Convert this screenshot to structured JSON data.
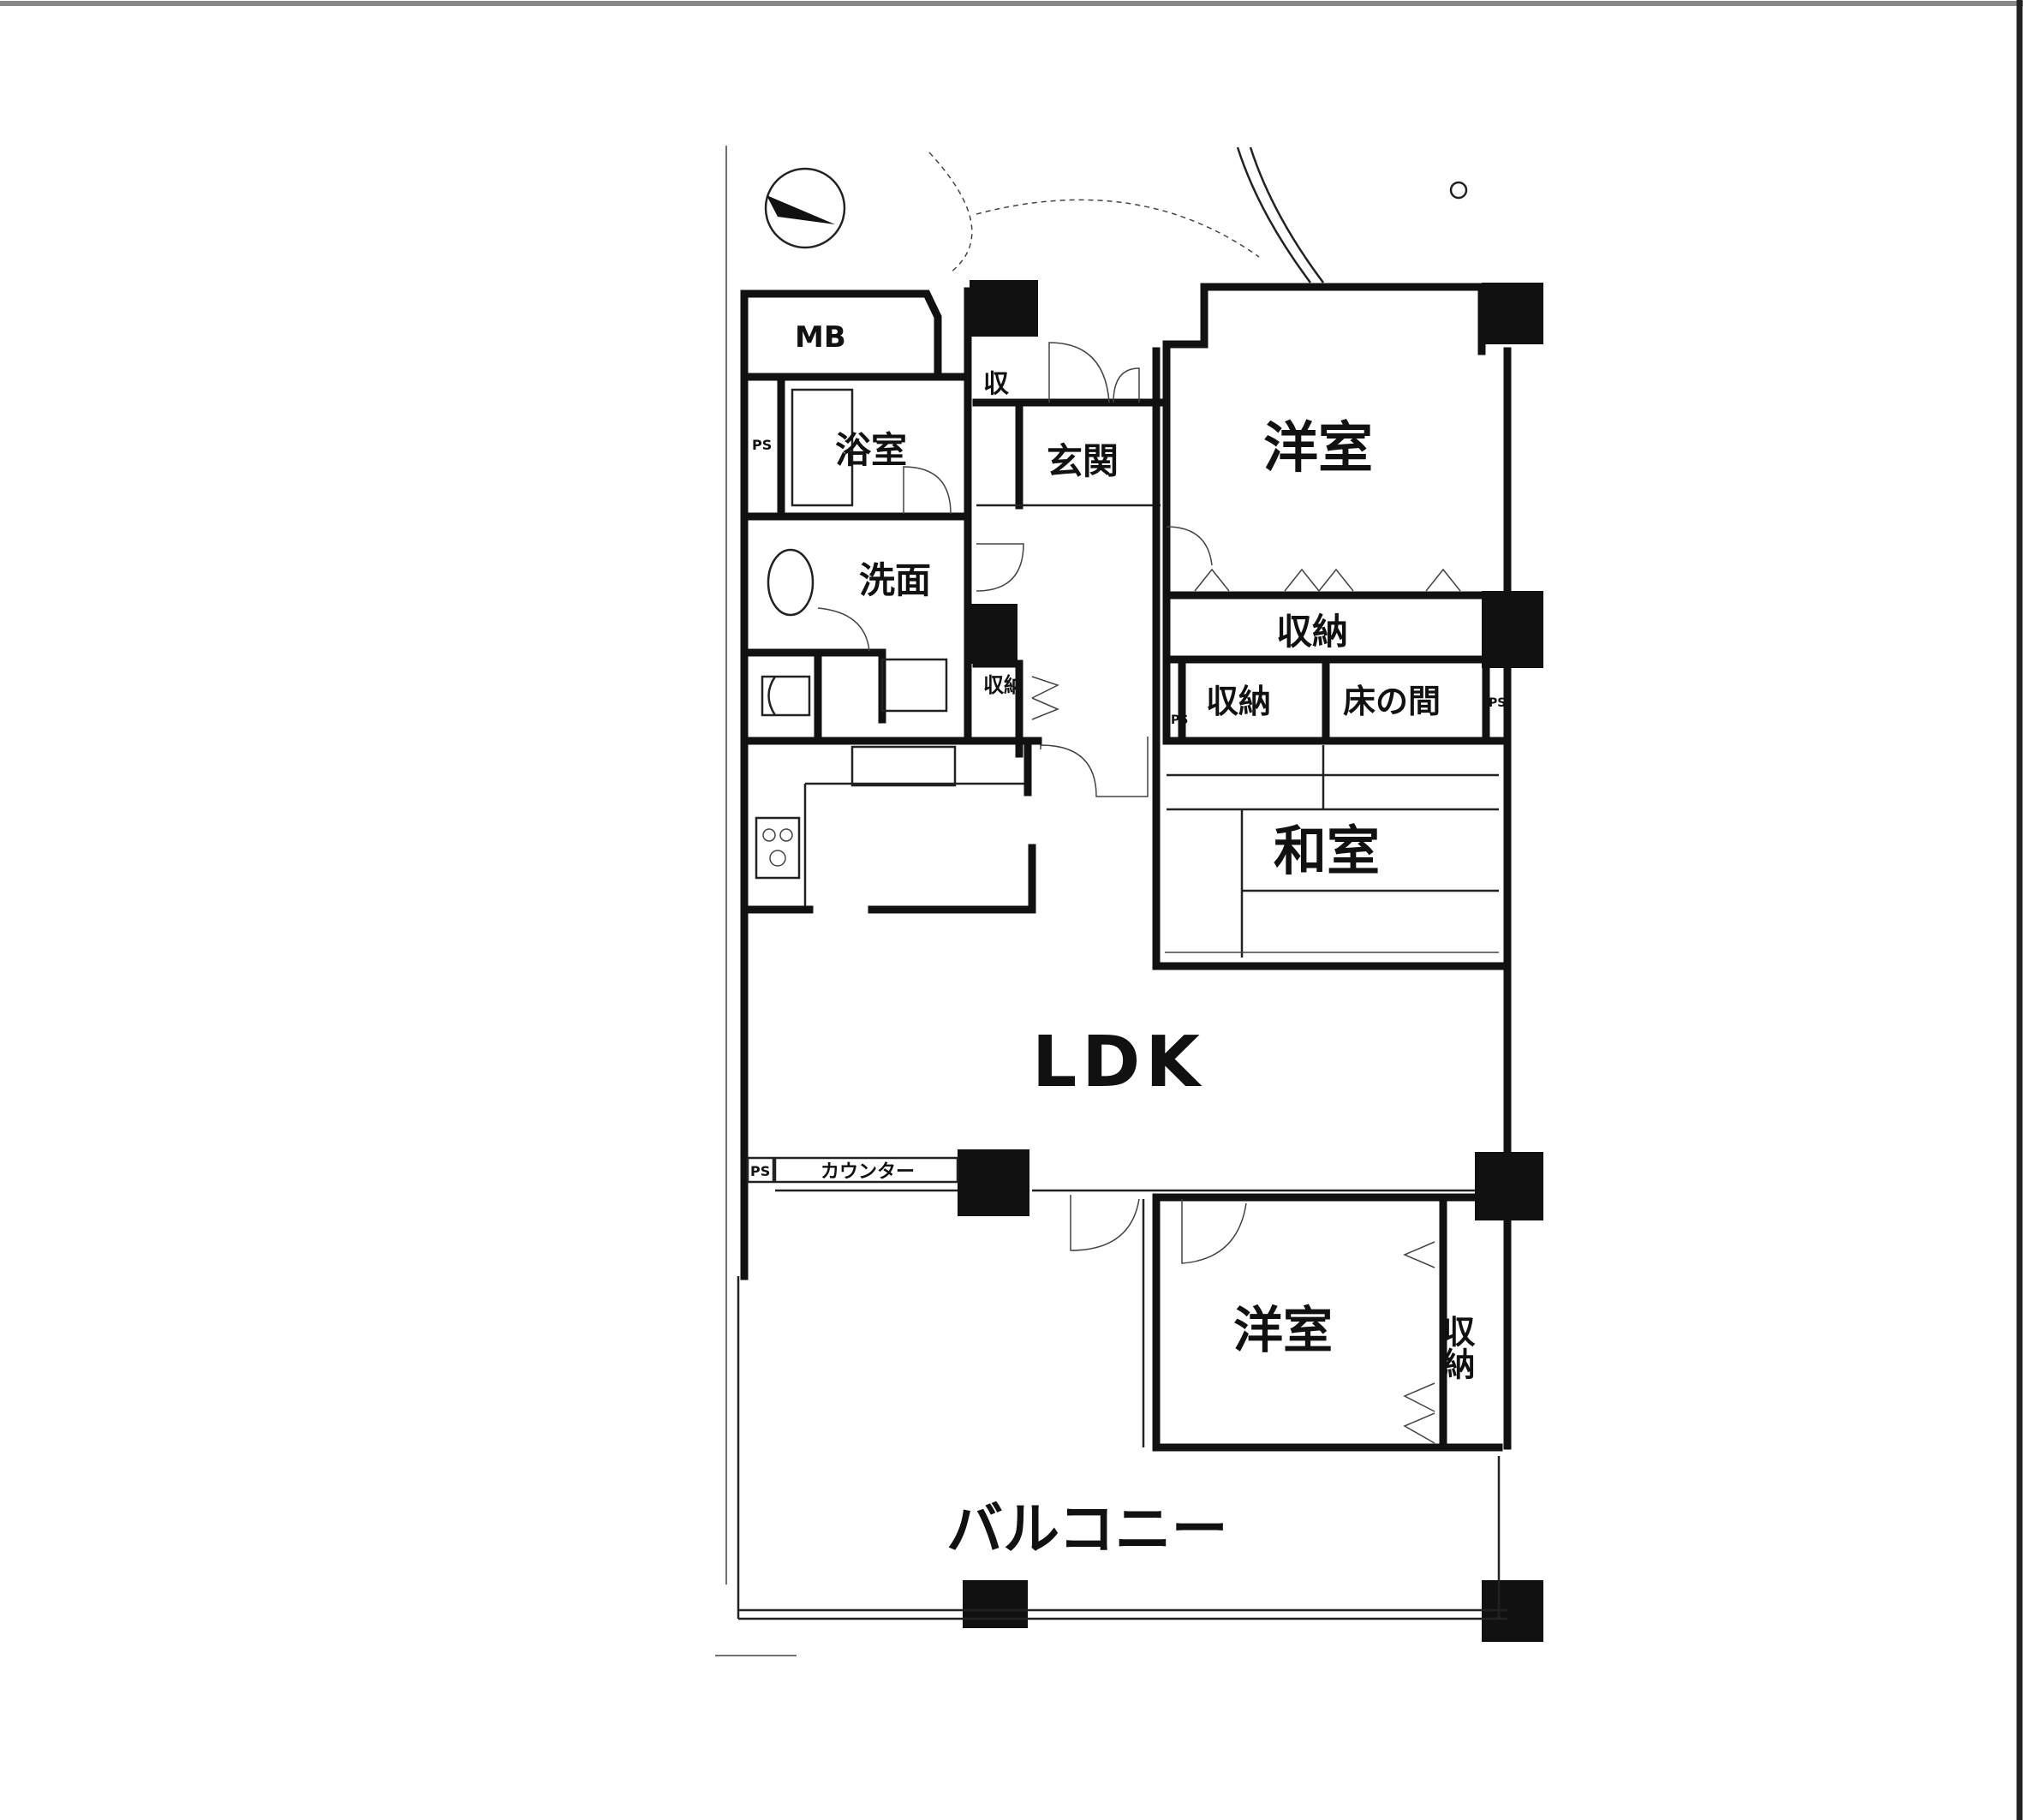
{
  "floor_plan": {
    "rooms": {
      "mb": "MB",
      "bath": "浴室",
      "ps_bath": "PS",
      "washroom": "洗面",
      "storage_entry": "収",
      "entrance": "玄関",
      "western_north": "洋室",
      "storage_north": "収納",
      "storage_hall": "収納",
      "storage_mid": "収納",
      "ps_mid": "PS",
      "tokonoma": "床の間",
      "ps_right": "PS",
      "japanese": "和室",
      "ldk": "LDK",
      "ps_counter": "PS",
      "counter": "カウンター",
      "western_south": "洋室",
      "storage_south": "収納",
      "balcony": "バルコニー"
    }
  }
}
